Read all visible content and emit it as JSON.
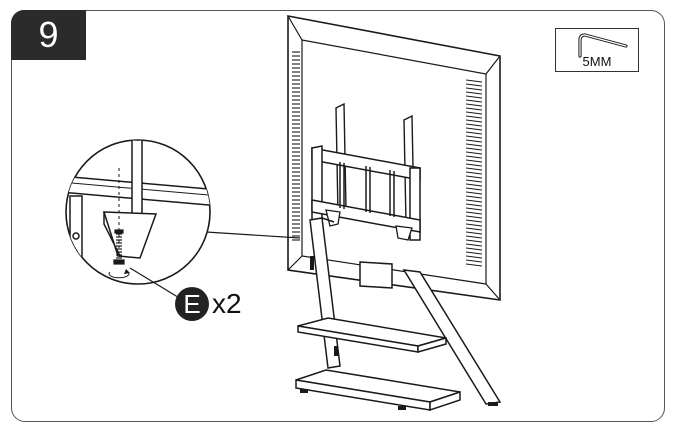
{
  "step": {
    "number": "9"
  },
  "tool": {
    "label": "5MM",
    "icon": "hex-key-icon"
  },
  "callout": {
    "part_letter": "E",
    "quantity": "x2"
  },
  "colors": {
    "badge": "#2b2b2b",
    "line": "#1a1a1a",
    "frame": "#555555"
  }
}
